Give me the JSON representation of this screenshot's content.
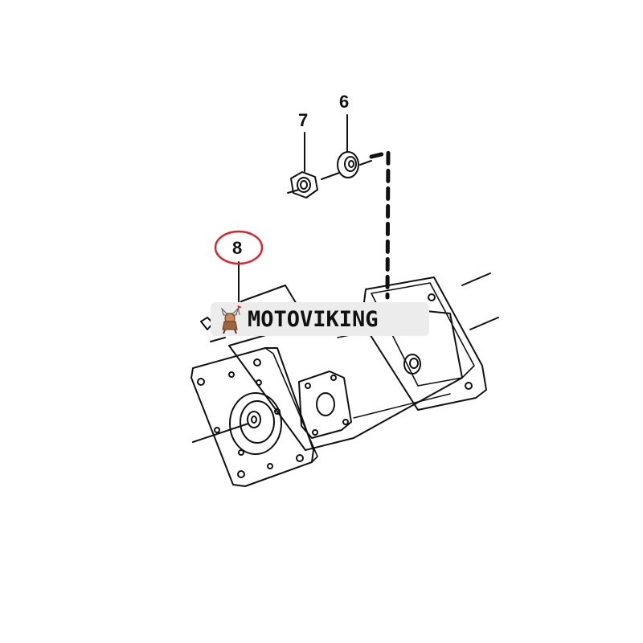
{
  "diagram": {
    "type": "exploded-parts-diagram",
    "callouts": [
      {
        "id": "6",
        "label": "6",
        "part": "washer"
      },
      {
        "id": "7",
        "label": "7",
        "part": "nut"
      },
      {
        "id": "8",
        "label": "8",
        "part": "hydraulic pump",
        "highlighted": true,
        "highlight_color": "#d9262c"
      }
    ]
  },
  "watermark": {
    "text": "MOTOVIKING"
  }
}
